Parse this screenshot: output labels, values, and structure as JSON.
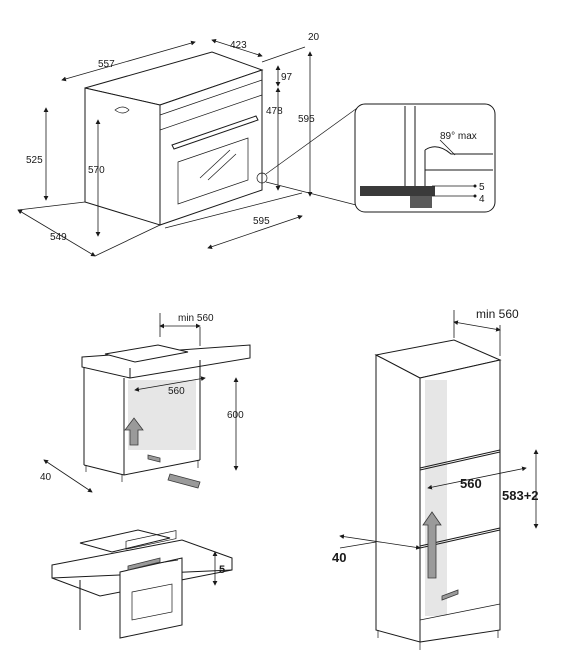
{
  "oven_view": {
    "dims": {
      "depth_top": "557",
      "width_top_depth": "423",
      "front_offset": "20",
      "panel_height": "97",
      "inner_height": "478",
      "total_height": "595",
      "side_height": "525",
      "body_height": "570",
      "total_width": "595",
      "total_depth": "549"
    }
  },
  "detail_view": {
    "door_angle": "89° max",
    "gap_a": "5",
    "gap_b": "4"
  },
  "undercounter_view": {
    "dims": {
      "min_width": "min 560",
      "niche_width": "560",
      "niche_height": "600",
      "back_gap": "40"
    }
  },
  "flush_view": {
    "dims": {
      "gap": "5"
    }
  },
  "column_view": {
    "dims": {
      "min_width": "min 560",
      "niche_width": "560",
      "niche_height": "583+2",
      "back_gap": "40"
    }
  }
}
